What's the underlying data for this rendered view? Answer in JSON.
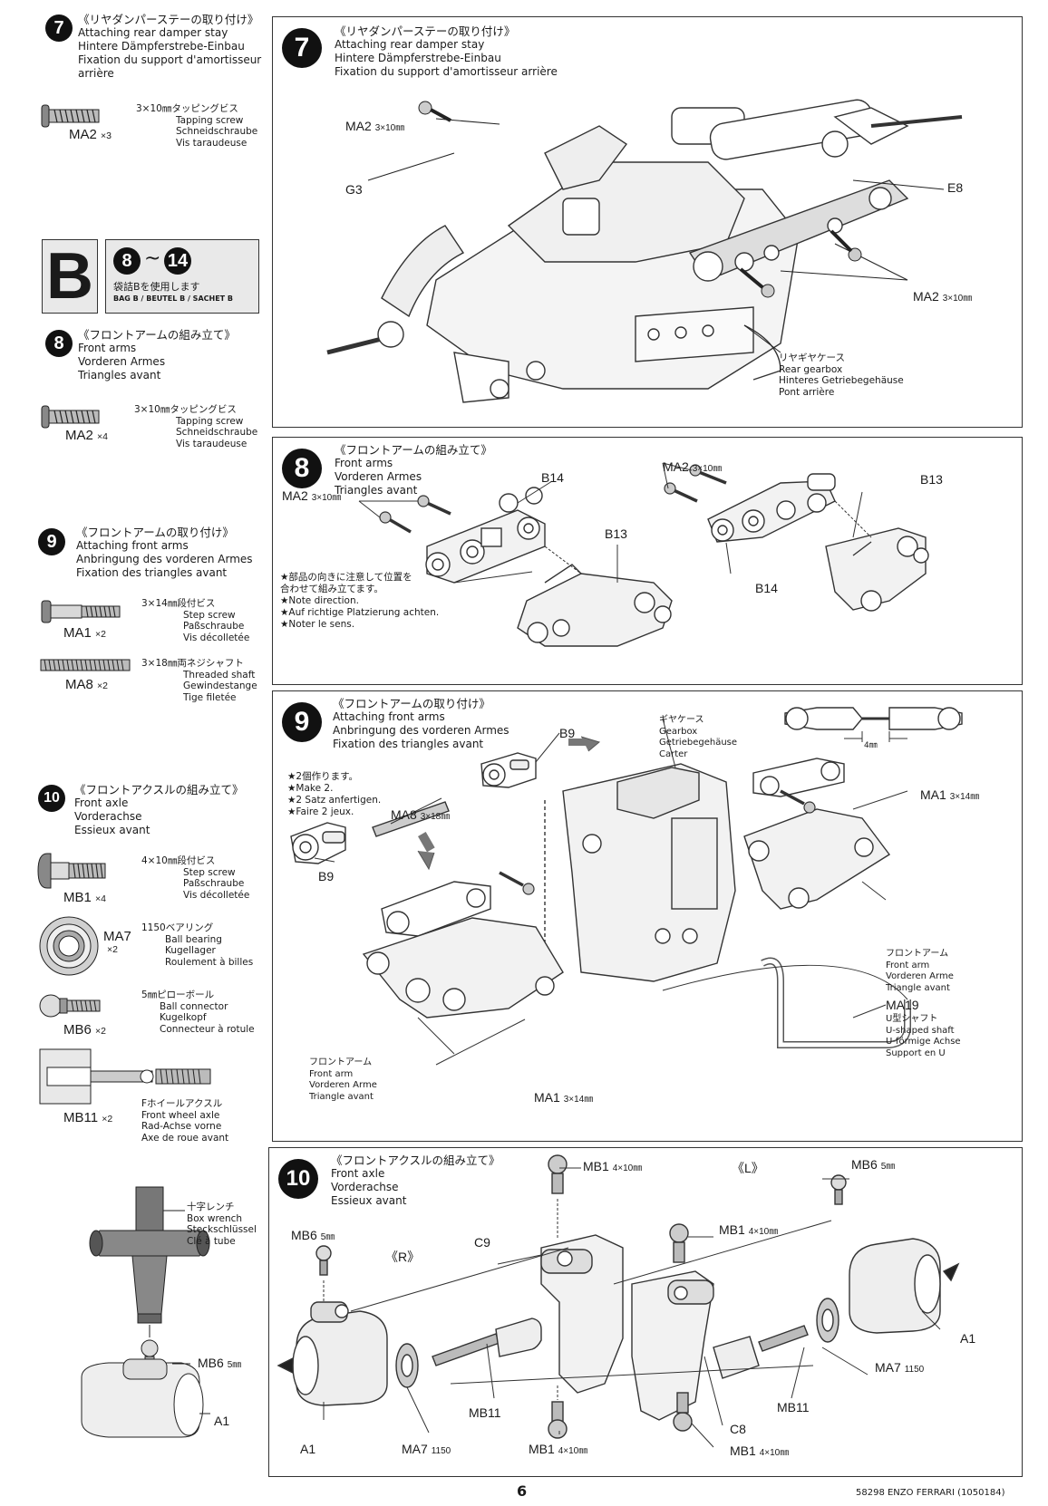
{
  "sidebar": {
    "step7": {
      "num": "7",
      "jp": "《リヤダンパーステーの取り付け》",
      "en": "Attaching rear damper stay",
      "de": "Hintere Dämpferstrebe-Einbau",
      "fr1": "Fixation du support d'amortisseur",
      "fr2": "arrière",
      "part": {
        "code": "MA2",
        "qty": "×3",
        "jp": "3×10㎜タッピングビス",
        "en": "Tapping screw",
        "de": "Schneidschraube",
        "fr": "Vis taraudeuse"
      }
    },
    "bag": {
      "letter": "B",
      "from": "8",
      "to": "14",
      "tilde": "~",
      "jp": "袋詰Bを使用します",
      "multi": "BAG B / BEUTEL B / SACHET B"
    },
    "step8": {
      "num": "8",
      "jp": "《フロントアームの組み立て》",
      "en": "Front arms",
      "de": "Vorderen Armes",
      "fr": "Triangles avant",
      "part": {
        "code": "MA2",
        "qty": "×4",
        "jp": "3×10㎜タッピングビス",
        "en": "Tapping screw",
        "de": "Schneidschraube",
        "fr": "Vis taraudeuse"
      }
    },
    "step9": {
      "num": "9",
      "jp": "《フロントアームの取り付け》",
      "en": "Attaching front arms",
      "de": "Anbringung des vorderen Armes",
      "fr": "Fixation des triangles avant",
      "parts": [
        {
          "code": "MA1",
          "qty": "×2",
          "jp": "3×14㎜段付ビス",
          "en": "Step screw",
          "de": "Paßschraube",
          "fr": "Vis décolletée"
        },
        {
          "code": "MA8",
          "qty": "×2",
          "jp": "3×18㎜両ネジシャフト",
          "en": "Threaded shaft",
          "de": "Gewindestange",
          "fr": "Tige filetée"
        }
      ]
    },
    "step10": {
      "num": "10",
      "jp": "《フロントアクスルの組み立て》",
      "en": "Front axle",
      "de": "Vorderachse",
      "fr": "Essieux avant",
      "parts": [
        {
          "code": "MB1",
          "qty": "×4",
          "jp": "4×10㎜段付ビス",
          "en": "Step screw",
          "de": "Paßschraube",
          "fr": "Vis décolletée"
        },
        {
          "code": "MA7",
          "qty": "×2",
          "jp": "1150ベアリング",
          "en": "Ball bearing",
          "de": "Kugellager",
          "fr": "Roulement à billes"
        },
        {
          "code": "MB6",
          "qty": "×2",
          "jp": "5㎜ピローボール",
          "en": "Ball connector",
          "de": "Kugelkopf",
          "fr": "Connecteur à rotule"
        },
        {
          "code": "MB11",
          "qty": "×2",
          "jp": "Fホイールアクスル",
          "en": "Front wheel axle",
          "de": "Rad-Achse vorne",
          "fr": "Axe de roue avant"
        }
      ]
    },
    "wrench": {
      "jp": "十字レンチ",
      "en": "Box wrench",
      "de": "Steckschlüssel",
      "fr": "Clé à tube",
      "mb6": "MB6",
      "mb6size": "5㎜",
      "a1": "A1"
    }
  },
  "panel7": {
    "num": "7",
    "jp": "《リヤダンパーステーの取り付け》",
    "en": "Attaching rear damper stay",
    "de": "Hintere Dämpferstrebe-Einbau",
    "fr": "Fixation du support d'amortisseur arrière",
    "labels": {
      "ma2a": "MA2",
      "ma2a_size": "3×10㎜",
      "g3": "G3",
      "e8": "E8",
      "ma2b": "MA2",
      "ma2b_size": "3×10㎜"
    },
    "gearbox": {
      "jp": "リヤギヤケース",
      "en": "Rear gearbox",
      "de": "Hinteres Getriebegehäuse",
      "fr": "Pont arrière"
    }
  },
  "panel8": {
    "num": "8",
    "jp": "《フロントアームの組み立て》",
    "en": "Front arms",
    "de": "Vorderen Armes",
    "fr": "Triangles avant",
    "labels": {
      "ma2a": "MA2",
      "ma2a_size": "3×10㎜",
      "ma2b": "MA2",
      "ma2b_size": "3×10㎜",
      "b14a": "B14",
      "b13a": "B13",
      "b13b": "B13",
      "b14b": "B14"
    },
    "note": {
      "jp1": "★部品の向きに注意して位置を",
      "jp2": "合わせて組み立てます。",
      "en": "★Note direction.",
      "de": "★Auf richtige Platzierung achten.",
      "fr": "★Noter le sens."
    }
  },
  "panel9": {
    "num": "9",
    "jp": "《フロントアームの取り付け》",
    "en": "Attaching front arms",
    "de": "Anbringung des vorderen Armes",
    "fr": "Fixation des triangles avant",
    "make2": {
      "jp": "★2個作ります。",
      "en": "★Make 2.",
      "de": "★2 Satz anfertigen.",
      "fr": "★Faire 2 jeux."
    },
    "labels": {
      "b9a": "B9",
      "b9b": "B9",
      "ma8": "MA8",
      "ma8_size": "3×18㎜",
      "ma1a": "MA1",
      "ma1a_size": "3×14㎜",
      "ma1b": "MA1",
      "ma1b_size": "3×14㎜",
      "ma19": "MA19",
      "dim": "4㎜"
    },
    "gearbox": {
      "jp": "ギヤケース",
      "en": "Gearbox",
      "de": "Getriebegehäuse",
      "fr": "Carter"
    },
    "farm_right": {
      "jp": "フロントアーム",
      "en": "Front arm",
      "de": "Vorderen Arme",
      "fr": "Triangle avant"
    },
    "farm_left": {
      "jp": "フロントアーム",
      "en": "Front arm",
      "de": "Vorderen Arme",
      "fr": "Triangle avant"
    },
    "ushaft": {
      "jp": "U型シャフト",
      "en": "U-shaped shaft",
      "de": "U-förmige Achse",
      "fr": "Support en U"
    }
  },
  "panel10": {
    "num": "10",
    "jp": "《フロントアクスルの組み立て》",
    "en": "Front axle",
    "de": "Vorderachse",
    "fr": "Essieux avant",
    "labels": {
      "r": "《R》",
      "l": "《L》",
      "mb6a": "MB6",
      "mb6a_size": "5㎜",
      "mb6b": "MB6",
      "mb6b_size": "5㎜",
      "mb1a": "MB1",
      "mb1a_size": "4×10㎜",
      "mb1b": "MB1",
      "mb1b_size": "4×10㎜",
      "mb1c": "MB1",
      "mb1c_size": "4×10㎜",
      "mb1d": "MB1",
      "mb1d_size": "4×10㎜",
      "c9": "C9",
      "c8": "C8",
      "a1a": "A1",
      "a1b": "A1",
      "mb11a": "MB11",
      "mb11b": "MB11",
      "ma7a": "MA7",
      "ma7a_size": "1150",
      "ma7b": "MA7",
      "ma7b_size": "1150"
    }
  },
  "footer": {
    "page": "6",
    "product": "58298  ENZO FERRARI (1050184)"
  }
}
